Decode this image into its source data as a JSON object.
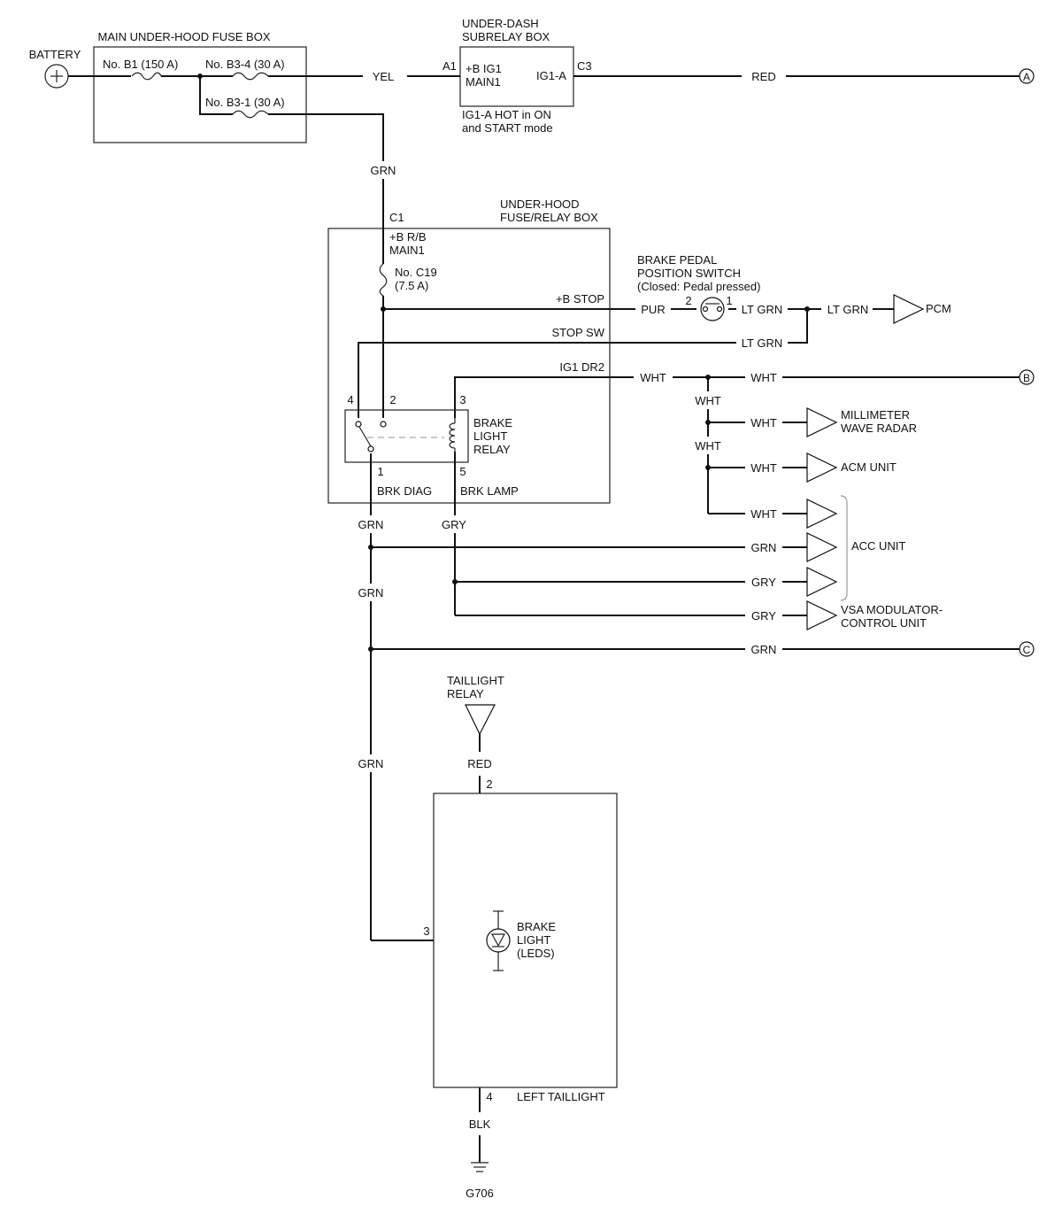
{
  "labels": {
    "battery": "BATTERY",
    "main_box_title": "MAIN UNDER-HOOD FUSE BOX",
    "fuse_b1": "No. B1 (150 A)",
    "fuse_b3_4": "No. B3-4 (30 A)",
    "fuse_b3_1": "No. B3-1 (30 A)",
    "subrelay_title_1": "UNDER-DASH",
    "subrelay_title_2": "SUBRELAY BOX",
    "subrelay_in_1": "+B IG1",
    "subrelay_in_2": "MAIN1",
    "subrelay_out": "IG1-A",
    "subrelay_note_1": "IG1-A HOT in ON",
    "subrelay_note_2": "and START mode",
    "pin_a1": "A1",
    "pin_c3": "C3",
    "uh_title_1": "UNDER-HOOD",
    "uh_title_2": "FUSE/RELAY BOX",
    "pin_c1": "C1",
    "uh_bus_1": "+B R/B",
    "uh_bus_2": "MAIN1",
    "fuse_c19_1": "No. C19",
    "fuse_c19_2": "(7.5 A)",
    "b_stop": "+B STOP",
    "stop_sw": "STOP SW",
    "ig1_dr2": "IG1 DR2",
    "relay_1": "BRAKE",
    "relay_2": "LIGHT",
    "relay_3": "RELAY",
    "relay_pin_4": "4",
    "relay_pin_2": "2",
    "relay_pin_3": "3",
    "relay_pin_1": "1",
    "relay_pin_5": "5",
    "brk_diag": "BRK DIAG",
    "brk_lamp": "BRK LAMP",
    "bpps_1": "BRAKE PEDAL",
    "bpps_2": "POSITION SWITCH",
    "bpps_3": "(Closed: Pedal pressed)",
    "bpps_pin_2": "2",
    "bpps_pin_1": "1",
    "pcm": "PCM",
    "mwr_1": "MILLIMETER",
    "mwr_2": "WAVE RADAR",
    "acm": "ACM UNIT",
    "acc": "ACC UNIT",
    "vsa_1": "VSA MODULATOR-",
    "vsa_2": "CONTROL UNIT",
    "conn_a": "A",
    "conn_b": "B",
    "conn_c": "C",
    "taillight_relay_1": "TAILLIGHT",
    "taillight_relay_2": "RELAY",
    "lt_pin_2": "2",
    "lt_pin_3": "3",
    "lt_pin_4": "4",
    "brake_light_1": "BRAKE",
    "brake_light_2": "LIGHT",
    "brake_light_3": "(LEDS)",
    "left_taillight": "LEFT TAILLIGHT",
    "ground": "G706"
  },
  "wires": {
    "yel": "YEL",
    "red_top": "RED",
    "grn_top": "GRN",
    "pur": "PUR",
    "lt_grn_1": "LT GRN",
    "lt_grn_2": "LT GRN",
    "lt_grn_3": "LT GRN",
    "wht_1": "WHT",
    "wht_2": "WHT",
    "wht_3": "WHT",
    "wht_4": "WHT",
    "wht_5": "WHT",
    "wht_6": "WHT",
    "wht_7": "WHT",
    "grn_1": "GRN",
    "gry_1": "GRY",
    "grn_acc": "GRN",
    "gry_acc": "GRY",
    "grn_2": "GRN",
    "gry_vsa": "GRY",
    "grn_c": "GRN",
    "grn_3": "GRN",
    "red_tl": "RED",
    "blk": "BLK"
  }
}
